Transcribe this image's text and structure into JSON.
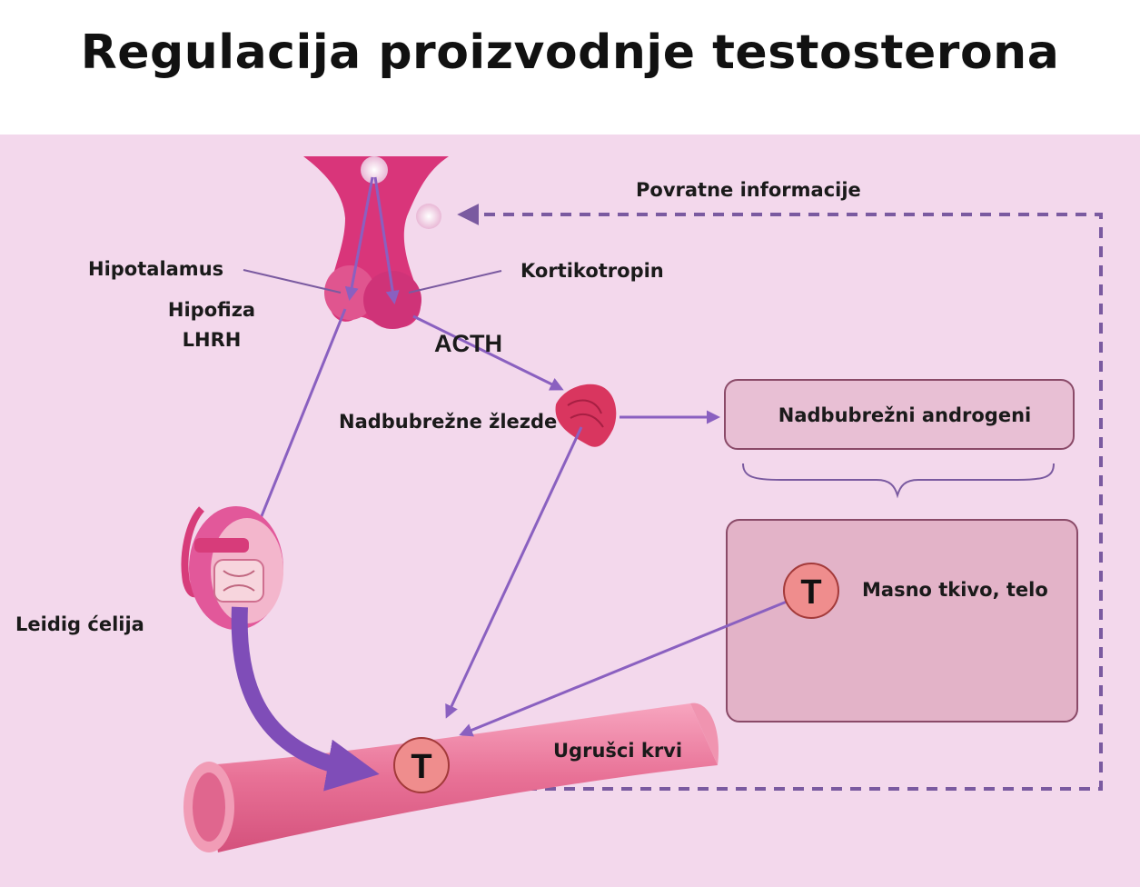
{
  "title": "Regulacija proizvodnje testosterona",
  "labels": {
    "feedback": "Povratne informacije",
    "hypothalamus": "Hipotalamus",
    "corticotropin": "Kortikotropin",
    "pituitary": "Hipofiza",
    "lhrh": "LHRH",
    "acth": "ACTH",
    "adrenal_glands": "Nadbubrežne žlezde",
    "adrenal_androgens": "Nadbubrežni androgeni",
    "fat_tissue": "Masno tkivo, telo",
    "leydig_cell": "Leidig ćelija",
    "blood_clots": "Ugrušci krvi",
    "t_fat": "T",
    "t_blood": "T"
  },
  "colors": {
    "background": "#f3d8ec",
    "arrow": "#8a60c0",
    "dashed_feedback": "#7a5aa0",
    "box_fill": "#e8bfd4",
    "box_stroke": "#8a4a68",
    "vessel": "#e26a8e",
    "t_circle": "#ef8d8d"
  }
}
